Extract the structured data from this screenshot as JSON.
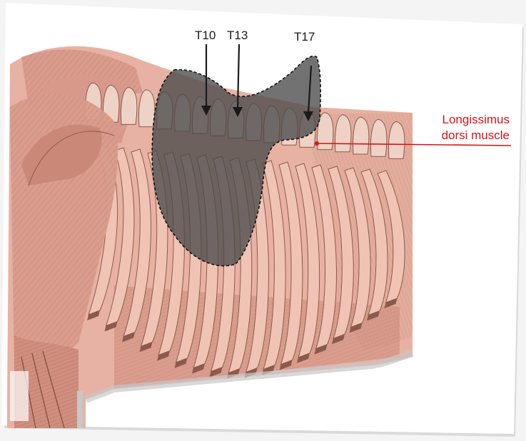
{
  "labels": {
    "t10": "T10",
    "t13": "T13",
    "t17": "T17",
    "muscle_line1": "Longissimus",
    "muscle_line2": "dorsi muscle"
  },
  "colors": {
    "muscle": "#d99c8c",
    "muscle_dark": "#b86f60",
    "rib": "#f0c4b4",
    "rib_shadow": "#8c5a4c",
    "vertebra": "#eed2c6",
    "saddle_fill": "#4a4a4a",
    "accent_red": "#d8121c",
    "arrow": "#1a1a1a"
  },
  "icons": {
    "saddle": "saddle-outline-shape",
    "arrow": "down-arrow"
  }
}
